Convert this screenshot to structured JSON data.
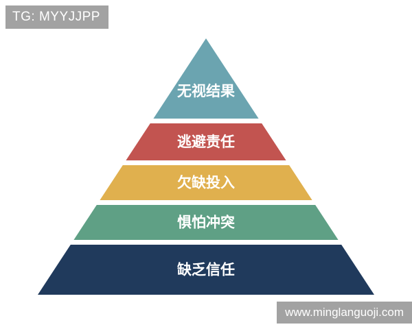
{
  "watermarks": {
    "top_left": "TG: MYYJJPP",
    "bottom_right": "www.minglanguoji.com",
    "background": "#9A9A9A",
    "text_color": "#FFFFFF"
  },
  "pyramid": {
    "text_color": "#FFFFFF",
    "layers": [
      {
        "label": "无视结果",
        "color": "#6BA4B0"
      },
      {
        "label": "逃避责任",
        "color": "#C25450"
      },
      {
        "label": "欠缺投入",
        "color": "#E0B04E"
      },
      {
        "label": "惧怕冲突",
        "color": "#5FA085"
      },
      {
        "label": "缺乏信任",
        "color": "#203A5C"
      }
    ]
  }
}
